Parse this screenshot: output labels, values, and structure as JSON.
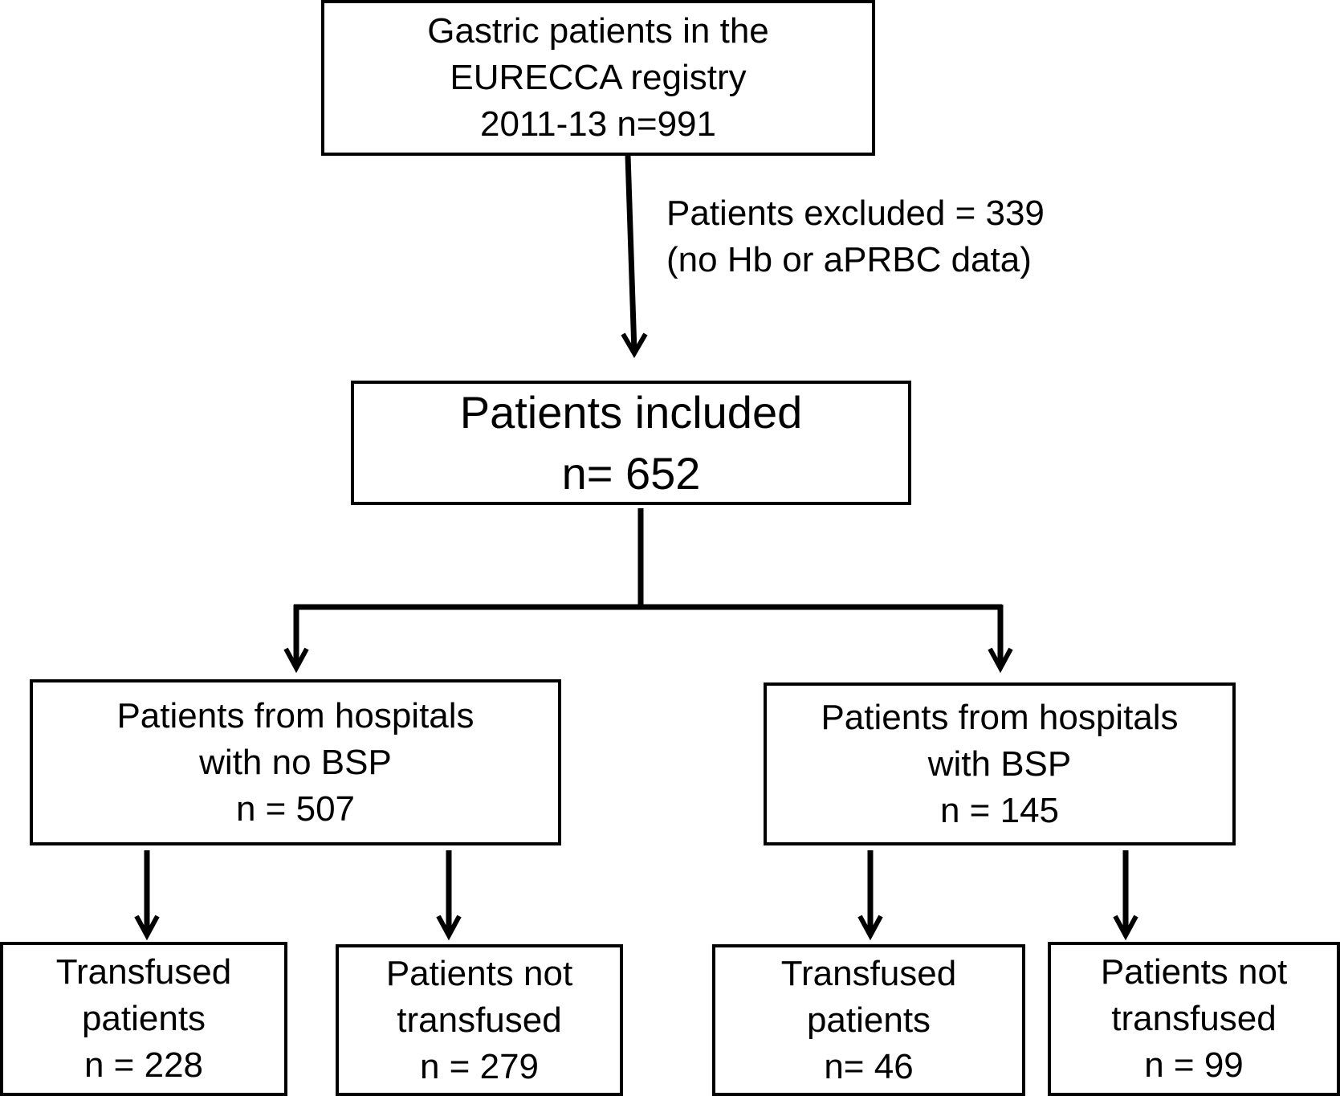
{
  "boxes": {
    "registry": [
      "Gastric patients in the",
      "EURECCA registry",
      "2011-13  n=991"
    ],
    "included": [
      "Patients included",
      "n= 652"
    ],
    "no_bsp": [
      "Patients from hospitals",
      "with no BSP",
      "n = 507"
    ],
    "bsp": [
      "Patients from hospitals",
      "with BSP",
      "n = 145"
    ],
    "no_bsp_transfused": [
      "Transfused",
      "patients",
      "n = 228"
    ],
    "no_bsp_not_transfused": [
      "Patients not",
      "transfused",
      "n = 279"
    ],
    "bsp_transfused": [
      "Transfused",
      "patients",
      "n= 46"
    ],
    "bsp_not_transfused": [
      "Patients not",
      "transfused",
      "n = 99"
    ]
  },
  "exclusion": [
    "Patients excluded = 339",
    "(no Hb or aPRBC data)"
  ]
}
